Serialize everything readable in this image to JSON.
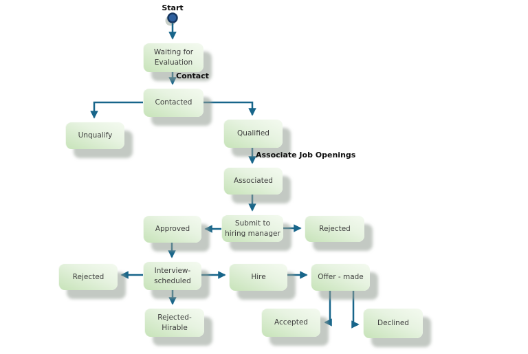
{
  "diagram": {
    "description": "Candidate recruitment workflow state diagram",
    "start_label": "Start",
    "nodes": [
      {
        "id": "waiting-for-evaluation",
        "label": "Waiting for\nEvaluation"
      },
      {
        "id": "contacted",
        "label": "Contacted"
      },
      {
        "id": "unqualify",
        "label": "Unqualify"
      },
      {
        "id": "qualified",
        "label": "Qualified"
      },
      {
        "id": "associated",
        "label": "Associated"
      },
      {
        "id": "submit-to-hiring-manager",
        "label": "Submit to\nhiring manager"
      },
      {
        "id": "rejected-by-manager",
        "label": "Rejected"
      },
      {
        "id": "approved",
        "label": "Approved"
      },
      {
        "id": "interview-scheduled",
        "label": "Interview-\nscheduled"
      },
      {
        "id": "rejected-after-interview",
        "label": "Rejected"
      },
      {
        "id": "hire",
        "label": "Hire"
      },
      {
        "id": "rejected-hirable",
        "label": "Rejected-Hirable"
      },
      {
        "id": "offer-made",
        "label": "Offer - made"
      },
      {
        "id": "accepted",
        "label": "Accepted"
      },
      {
        "id": "declined",
        "label": "Declined"
      }
    ],
    "edge_labels": {
      "contact": "Contact",
      "associate_job_openings": "Associate Job Openings"
    },
    "colors": {
      "connector": "#17658a",
      "node_gradient_dark": "#c7e3b9",
      "node_gradient_light": "#f4faf0",
      "node_text": "#3d3d3d",
      "label_text": "#0d0d0d",
      "start_circle_fill": "#2e5f9e",
      "start_circle_ring": "#16365f",
      "shadow": "#929d92",
      "background": "#ffffff"
    }
  }
}
